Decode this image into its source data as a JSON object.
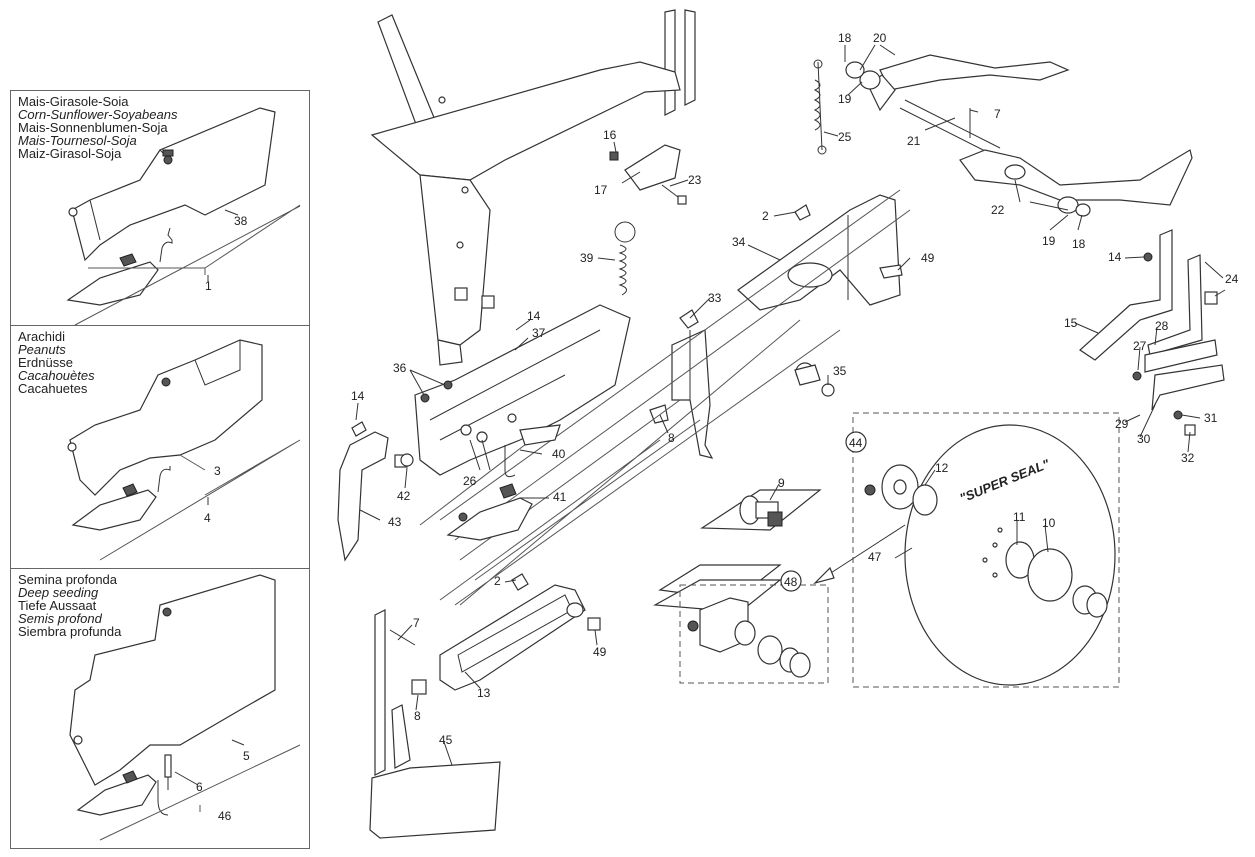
{
  "panels": [
    {
      "lines": [
        "Mais-Girasole-Soia",
        "Corn-Sunflower-Soyabeans",
        "Mais-Sonnenblumen-Soja",
        "Mais-Tournesol-Soja",
        "Maiz-Girasol-Soja"
      ],
      "italic": [
        false,
        true,
        false,
        true,
        false
      ]
    },
    {
      "lines": [
        "Arachidi",
        "Peanuts",
        "Erdnüsse",
        "Cacahouètes",
        "Cacahuetes"
      ],
      "italic": [
        false,
        true,
        false,
        true,
        false
      ]
    },
    {
      "lines": [
        "Semina profonda",
        "Deep seeding",
        "Tiefe Aussaat",
        "Semis profond",
        "Siembra profunda"
      ],
      "italic": [
        false,
        true,
        false,
        true,
        false
      ]
    }
  ],
  "callouts": {
    "p1_38": "38",
    "p1_1": "1",
    "p2_3": "3",
    "p2_4": "4",
    "p3_5": "5",
    "p3_6": "6",
    "p3_46": "46",
    "c18a": "18",
    "c20": "20",
    "c19a": "19",
    "c25": "25",
    "c7a": "7",
    "c21": "21",
    "c22": "22",
    "c19b": "19",
    "c18b": "18",
    "c16": "16",
    "c23": "23",
    "c17": "17",
    "c2a": "2",
    "c34": "34",
    "c49a": "49",
    "c39": "39",
    "c33": "33",
    "c14a": "14",
    "c37": "37",
    "c36": "36",
    "c14b": "14",
    "c35": "35",
    "c8a": "8",
    "c40": "40",
    "c26": "26",
    "c42": "42",
    "c43": "43",
    "c41": "41",
    "c9": "9",
    "c44": "44",
    "c12": "12",
    "c11": "11",
    "c10": "10",
    "c47": "47",
    "c48": "48",
    "c2b": "2",
    "c7b": "7",
    "c49b": "49",
    "c13": "13",
    "c8b": "8",
    "c45": "45",
    "c14c": "14",
    "c24": "24",
    "c15": "15",
    "c28": "28",
    "c27": "27",
    "c29": "29",
    "c30": "30",
    "c31": "31",
    "c32": "32",
    "disc_text": "\"SUPER SEAL\""
  }
}
